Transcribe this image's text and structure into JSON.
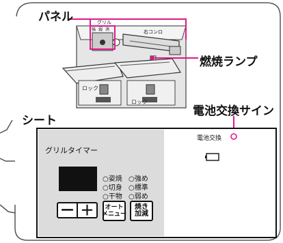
{
  "labels": {
    "panel": "パネル",
    "burner_lamp": "燃焼ランプ",
    "battery_sign": "電池交換サイン",
    "sheet": "シート"
  },
  "panel": {
    "grill_label": "グリル",
    "small_marks": [
      "強",
      "弱",
      "消"
    ],
    "right_label": "右コンロ"
  },
  "sheet": {
    "timer_title": "グリルタイマー",
    "battery_text": "電池交換",
    "modes_col1": [
      "○姿焼",
      "○切身",
      "○干物"
    ],
    "modes_col2": [
      "○強め",
      "○標準",
      "○弱め"
    ],
    "minus": "ー",
    "plus": "＋",
    "auto_menu": "オート\nメニュー",
    "yaki_adjust": "焼き\n加減"
  },
  "colors": {
    "accent": "#e0188a",
    "panel_bg": "#e6e6e6",
    "sheet_bg": "#dcdcdc",
    "line": "#111111"
  }
}
